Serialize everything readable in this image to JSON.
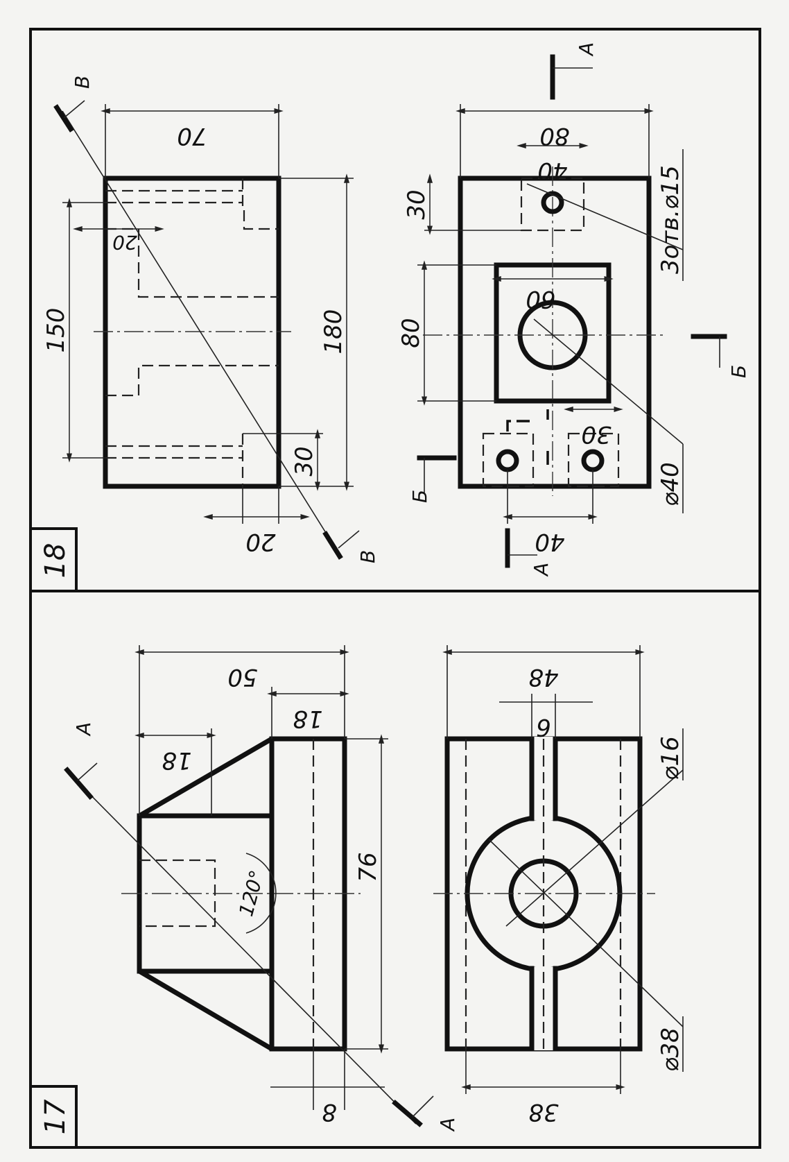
{
  "panels": [
    {
      "number": "17",
      "section_letter": "A",
      "dimensions": [
        "50",
        "18",
        "18",
        "76",
        "8",
        "120°",
        "48",
        "6",
        "⌀16",
        "⌀38",
        "38"
      ]
    },
    {
      "number": "18",
      "section_letters": [
        "В",
        "А",
        "Б"
      ],
      "dimensions": [
        "70",
        "150",
        "20",
        "180",
        "30",
        "20",
        "80",
        "40",
        "30",
        "80",
        "60",
        "30",
        "40",
        "⌀40",
        "3отв.⌀15"
      ]
    }
  ]
}
